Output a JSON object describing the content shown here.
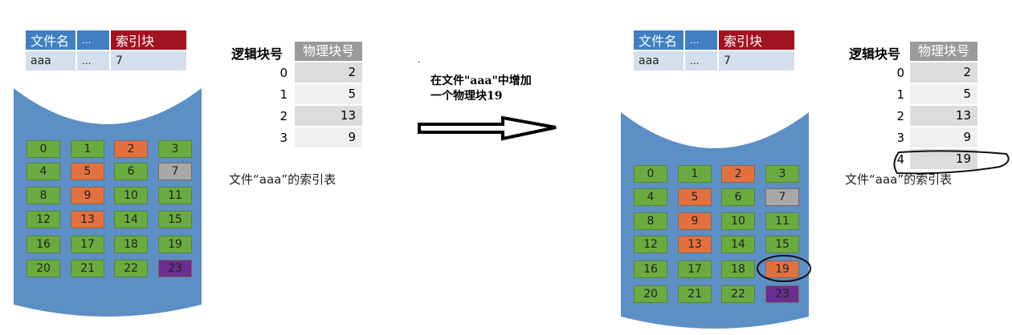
{
  "left": {
    "dir_table": {
      "headers": [
        "文件名",
        "...",
        "索引块"
      ],
      "row": [
        "aaa",
        "...",
        "7"
      ]
    },
    "index_table": {
      "label": "逻辑块号",
      "header": "物理块号",
      "rows": [
        [
          "0",
          "2"
        ],
        [
          "1",
          "5"
        ],
        [
          "2",
          "13"
        ],
        [
          "3",
          "9"
        ]
      ]
    },
    "caption": "文件“aaa”的索引表",
    "blocks": [
      {
        "n": "0",
        "c": "green"
      },
      {
        "n": "1",
        "c": "green"
      },
      {
        "n": "2",
        "c": "orange"
      },
      {
        "n": "3",
        "c": "green"
      },
      {
        "n": "4",
        "c": "green"
      },
      {
        "n": "5",
        "c": "orange"
      },
      {
        "n": "6",
        "c": "green"
      },
      {
        "n": "7",
        "c": "gray"
      },
      {
        "n": "8",
        "c": "green"
      },
      {
        "n": "9",
        "c": "orange"
      },
      {
        "n": "10",
        "c": "green"
      },
      {
        "n": "11",
        "c": "green"
      },
      {
        "n": "12",
        "c": "green"
      },
      {
        "n": "13",
        "c": "orange"
      },
      {
        "n": "14",
        "c": "green"
      },
      {
        "n": "15",
        "c": "green"
      },
      {
        "n": "16",
        "c": "green"
      },
      {
        "n": "17",
        "c": "green"
      },
      {
        "n": "18",
        "c": "green"
      },
      {
        "n": "19",
        "c": "green"
      },
      {
        "n": "20",
        "c": "green"
      },
      {
        "n": "21",
        "c": "green"
      },
      {
        "n": "22",
        "c": "green"
      },
      {
        "n": "23",
        "c": "purple"
      }
    ]
  },
  "arrow_text": [
    "在文件\"aaa\"中增加",
    "一个物理块19"
  ],
  "dot": ".",
  "right": {
    "dir_table": {
      "headers": [
        "文件名",
        "...",
        "索引块"
      ],
      "row": [
        "aaa",
        "...",
        "7"
      ]
    },
    "index_table": {
      "label": "逻辑块号",
      "header": "物理块号",
      "rows": [
        [
          "0",
          "2"
        ],
        [
          "1",
          "5"
        ],
        [
          "2",
          "13"
        ],
        [
          "3",
          "9"
        ],
        [
          "4",
          "19"
        ]
      ]
    },
    "caption": "文件“aaa”的索引表",
    "blocks": [
      {
        "n": "0",
        "c": "green"
      },
      {
        "n": "1",
        "c": "green"
      },
      {
        "n": "2",
        "c": "orange"
      },
      {
        "n": "3",
        "c": "green"
      },
      {
        "n": "4",
        "c": "green"
      },
      {
        "n": "5",
        "c": "orange"
      },
      {
        "n": "6",
        "c": "green"
      },
      {
        "n": "7",
        "c": "gray"
      },
      {
        "n": "8",
        "c": "green"
      },
      {
        "n": "9",
        "c": "orange"
      },
      {
        "n": "10",
        "c": "green"
      },
      {
        "n": "11",
        "c": "green"
      },
      {
        "n": "12",
        "c": "green"
      },
      {
        "n": "13",
        "c": "orange"
      },
      {
        "n": "14",
        "c": "green"
      },
      {
        "n": "15",
        "c": "green"
      },
      {
        "n": "16",
        "c": "green"
      },
      {
        "n": "17",
        "c": "green"
      },
      {
        "n": "18",
        "c": "green"
      },
      {
        "n": "19",
        "c": "orange"
      },
      {
        "n": "20",
        "c": "green"
      },
      {
        "n": "21",
        "c": "green"
      },
      {
        "n": "22",
        "c": "green"
      },
      {
        "n": "23",
        "c": "purple"
      }
    ]
  },
  "colors": {
    "green": "#6aab3f",
    "orange": "#e2713f",
    "gray": "#a8a8a8",
    "purple": "#6b2d90",
    "cylinder": "#5c8fc6"
  }
}
